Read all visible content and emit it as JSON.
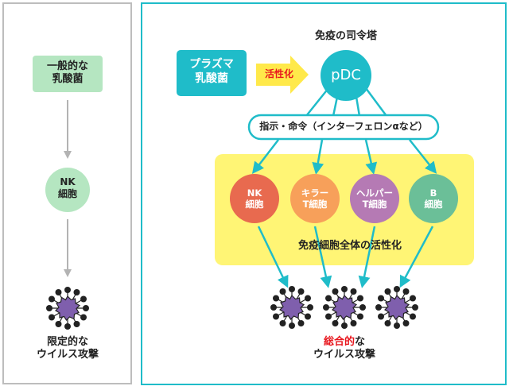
{
  "colors": {
    "teal": "#1fbcc9",
    "light_green": "#b5e6c1",
    "gray_arrow": "#b3b3b3",
    "yellow_area": "#fff575",
    "yellow_arrow": "#ffe94a",
    "red_text": "#e8171e",
    "nk_red": "#e86a4f",
    "killer_orange": "#f7a05a",
    "helper_purple": "#b57ab4",
    "b_green": "#6bbf98",
    "virus_purple": "#7f5fad",
    "virus_dark": "#222222"
  },
  "left_panel": {
    "source_box": {
      "line1": "一般的な",
      "line2": "乳酸菌"
    },
    "nk_cell": {
      "line1": "NK",
      "line2": "細胞"
    },
    "virus_count": 1,
    "result": {
      "line1": "限定的な",
      "line2": "ウイルス攻撃"
    }
  },
  "right_panel": {
    "source_box": {
      "line1": "プラズマ",
      "line2": "乳酸菌"
    },
    "activation_label": "活性化",
    "commander_label": "免疫の司令塔",
    "pdc_label": "pDC",
    "instruction_pill": "指示・命令（インターフェロンαなど）",
    "cells": [
      {
        "line1": "NK",
        "line2": "細胞"
      },
      {
        "line1": "キラー",
        "line2": "T細胞"
      },
      {
        "line1": "ヘルパー",
        "line2": "T細胞"
      },
      {
        "line1": "B",
        "line2": "細胞"
      }
    ],
    "activation_all_label": "免疫細胞全体の活性化",
    "virus_count": 3,
    "result": {
      "highlight": "総合的",
      "rest": "な",
      "line2": "ウイルス攻撃"
    }
  }
}
